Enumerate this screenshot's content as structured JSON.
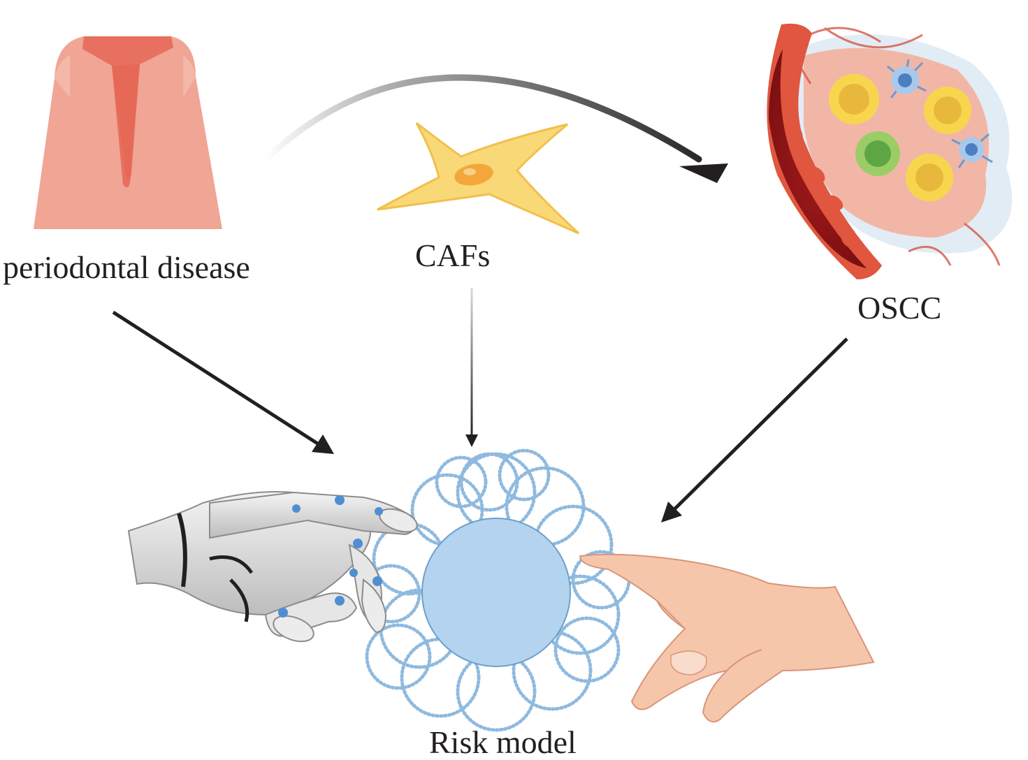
{
  "labels": {
    "periodontal_disease": "periodontal disease",
    "cafs": "CAFs",
    "oscc": "OSCC",
    "risk_model": "Risk model"
  },
  "icons": {
    "periodontal_disease": "periodontal-pocket-icon",
    "cafs": "fibroblast-cell-icon",
    "oscc": "tumor-microenvironment-icon",
    "risk_model": "risk-model-network-icon",
    "robot_hand": "robot-hand-icon",
    "human_hand": "human-hand-icon"
  },
  "colors": {
    "gingiva": "#f0a595",
    "pocket": "#e8705e",
    "fibroblast": "#f9d877",
    "vessel": "#c93a33",
    "tumor": "#f2b6a7",
    "network": "#8fbadf",
    "sphere": "#b3d3ee",
    "arrow": "#231f20",
    "skin": "#f6c6aa",
    "robot": "#d9d9d9"
  }
}
